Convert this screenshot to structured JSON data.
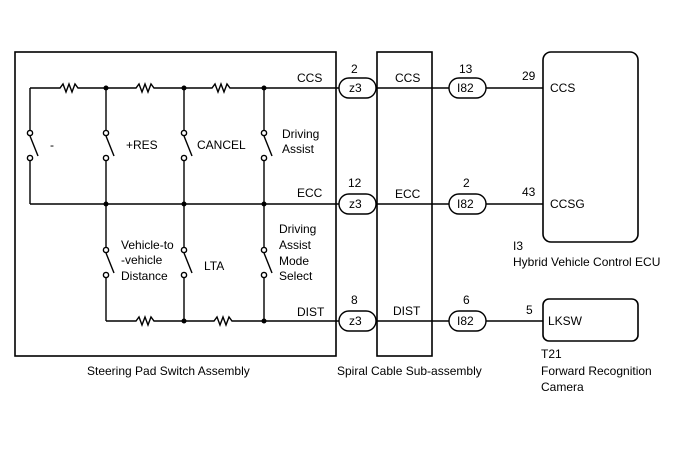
{
  "steering_pad": {
    "name": "Steering Pad Switch Assembly",
    "switches": {
      "minus": "-",
      "res": "+RES",
      "cancel": "CANCEL",
      "driving_assist": [
        "Driving",
        "Assist"
      ],
      "distance": [
        "Vehicle-to",
        "-vehicle",
        "Distance"
      ],
      "lta": "LTA",
      "mode_select": [
        "Driving",
        "Assist",
        "Mode",
        "Select"
      ]
    },
    "terminals": {
      "ccs": "CCS",
      "ecc": "ECC",
      "dist": "DIST"
    }
  },
  "spiral_cable": {
    "name": "Spiral Cable Sub-assembly",
    "connector_left": "z3",
    "connector_right": "I82",
    "lines": [
      {
        "signal": "CCS",
        "pin_left": "2",
        "pin_right": "13"
      },
      {
        "signal": "ECC",
        "pin_left": "12",
        "pin_right": "2"
      },
      {
        "signal": "DIST",
        "pin_left": "8",
        "pin_right": "6"
      }
    ]
  },
  "ecu": {
    "code": "I3",
    "name": "Hybrid Vehicle Control ECU",
    "pins": [
      {
        "pin": "29",
        "label": "CCS"
      },
      {
        "pin": "43",
        "label": "CCSG"
      }
    ]
  },
  "camera": {
    "code": "T21",
    "name_lines": [
      "Forward Recognition",
      "Camera"
    ],
    "pin": "5",
    "label": "LKSW"
  }
}
